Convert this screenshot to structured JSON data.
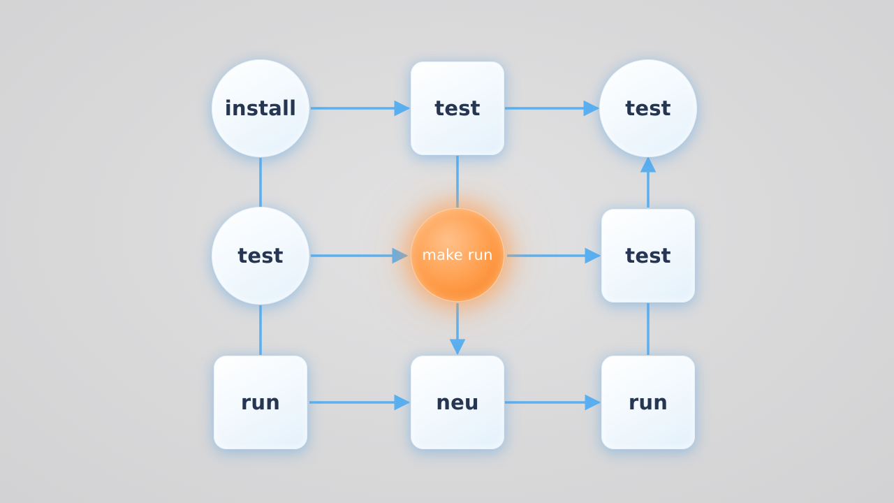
{
  "nodes": {
    "install": {
      "label": "install"
    },
    "test_top_middle": {
      "label": "test"
    },
    "test_top_right": {
      "label": "test"
    },
    "test_middle_left": {
      "label": "test"
    },
    "make_run": {
      "label": "make run"
    },
    "test_middle_right": {
      "label": "test"
    },
    "run_bottom_left": {
      "label": "run"
    },
    "neu": {
      "label": "neu"
    },
    "run_bottom_right": {
      "label": "run"
    }
  },
  "colors": {
    "edge": "#5ab0f0",
    "hub": "#fb8a2e",
    "node_text": "#253552"
  }
}
